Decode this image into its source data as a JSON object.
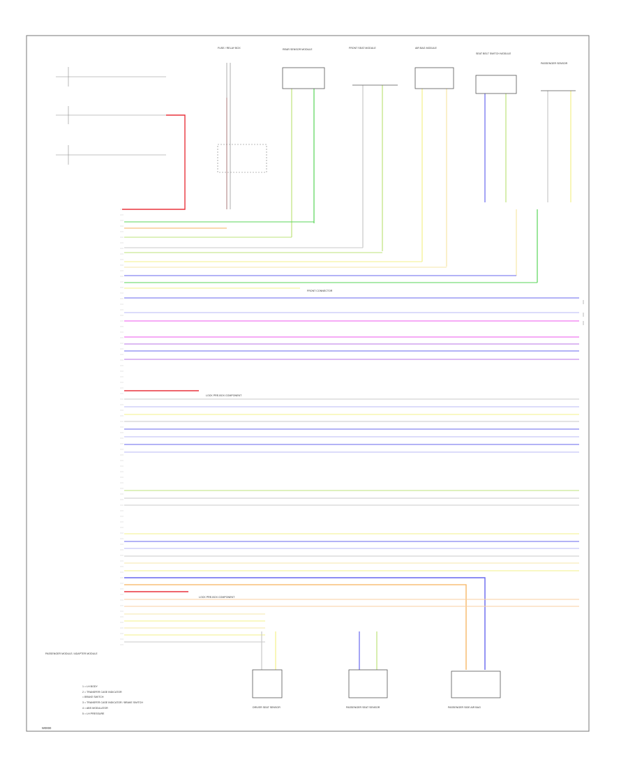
{
  "colors": {
    "red": "#e8323c",
    "pink": "#f7a8a8",
    "green": "#58d658",
    "lightgreen": "#bde37b",
    "yellow": "#f3f08a",
    "palegold": "#f6e7a8",
    "orange": "#f6b25c",
    "peach": "#f8cfa0",
    "blue": "#6767ee",
    "lavender": "#b9b9f5",
    "magenta": "#ee55ee",
    "violet": "#b873e6",
    "gray": "#c8c8c8",
    "black": "#444444",
    "frame": "#777777"
  },
  "diagram": {
    "footer_code": "W0000",
    "legend": [
      "1 = LH BODY",
      "2 = TRANSFER CASE INDICATOR",
      "  = BRAKE SWITCH",
      "3 = TRANSFER CASE INDICATOR / BRAKE SWITCH",
      "4 = ABS MODULATOR",
      "5 = LH PRESSURE"
    ],
    "bottom_left_label": "PASSENGER MODULE / ADAPTER MODULE",
    "top_components": [
      "FUSE / RELAY BOX",
      "REAR SENSOR MODULE",
      "FRONT SEAT MODULE",
      "AIR BAG MODULE",
      "SEAT BELT SWITCH MODULE",
      "PASSENGER SENSOR"
    ],
    "bottom_components": [
      "DRIVER SEAT SENSOR",
      "PASSENGER SEAT SENSOR",
      "PASSENGER SIDE AIR BAG"
    ],
    "annotations": [
      "FRONT CONNECTOR",
      "LOCK PRE-BOX COMPONENT",
      "LOCK PRE-BOX COMPONENT"
    ]
  }
}
